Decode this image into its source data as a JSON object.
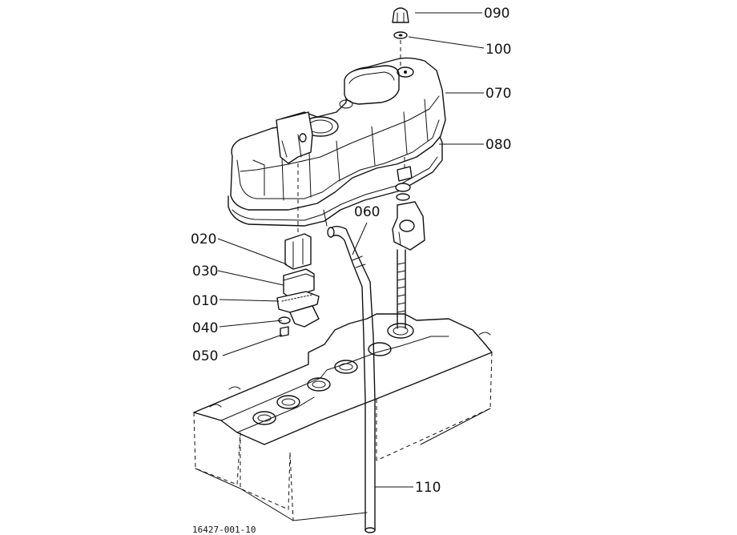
{
  "diagram": {
    "drawing_number": "16427-001-10",
    "callouts": [
      {
        "id": "090",
        "label": "090"
      },
      {
        "id": "100",
        "label": "100"
      },
      {
        "id": "070",
        "label": "070"
      },
      {
        "id": "080",
        "label": "080"
      },
      {
        "id": "060",
        "label": "060"
      },
      {
        "id": "020",
        "label": "020"
      },
      {
        "id": "030",
        "label": "030"
      },
      {
        "id": "010",
        "label": "010"
      },
      {
        "id": "040",
        "label": "040"
      },
      {
        "id": "050",
        "label": "050"
      },
      {
        "id": "110",
        "label": "110"
      }
    ]
  }
}
